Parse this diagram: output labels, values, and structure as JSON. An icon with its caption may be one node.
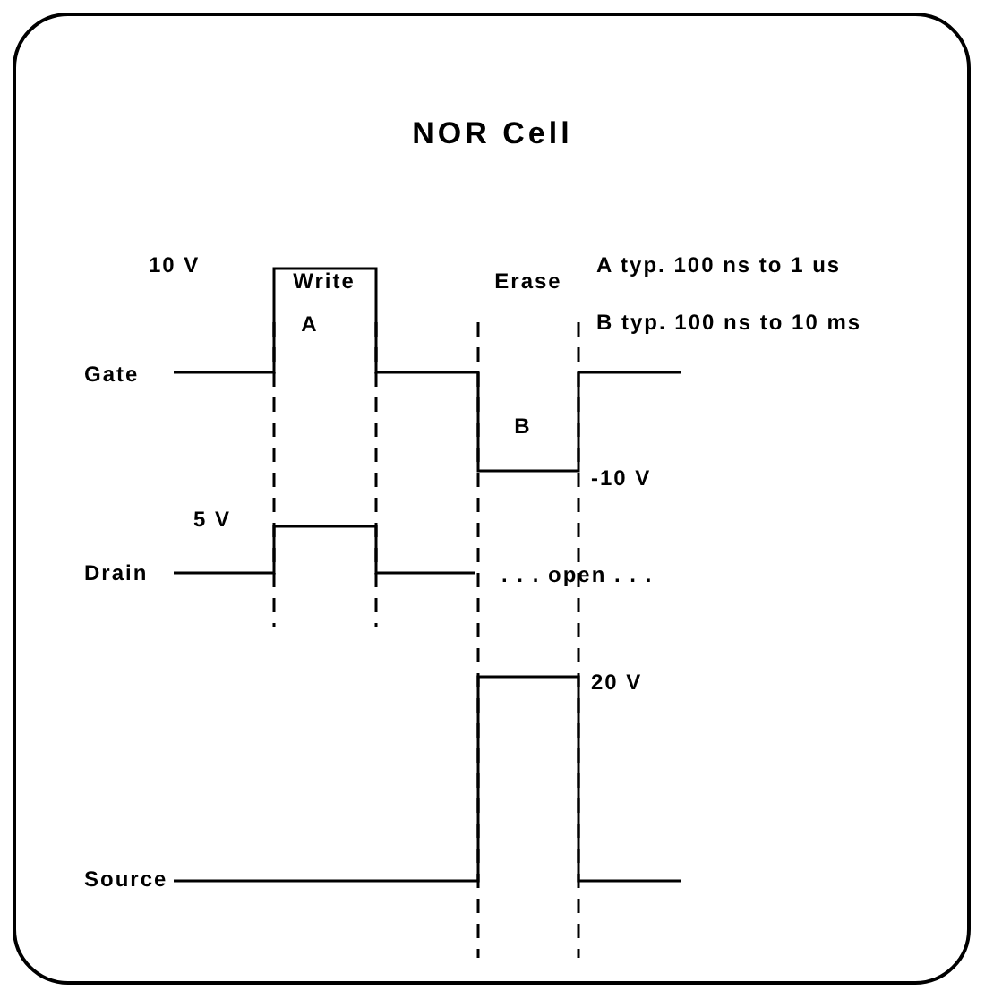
{
  "diagram": {
    "title": "NOR Cell",
    "labels": [
      "Write",
      "Erase",
      "10 V",
      "A typ. 100 ns to 1 us",
      "A",
      "B typ. 100 ns to 10 ms",
      "Gate",
      "B",
      "-10 V",
      "5 V",
      "Drain",
      ". . . open . . .",
      "20 V",
      "Source"
    ]
  }
}
